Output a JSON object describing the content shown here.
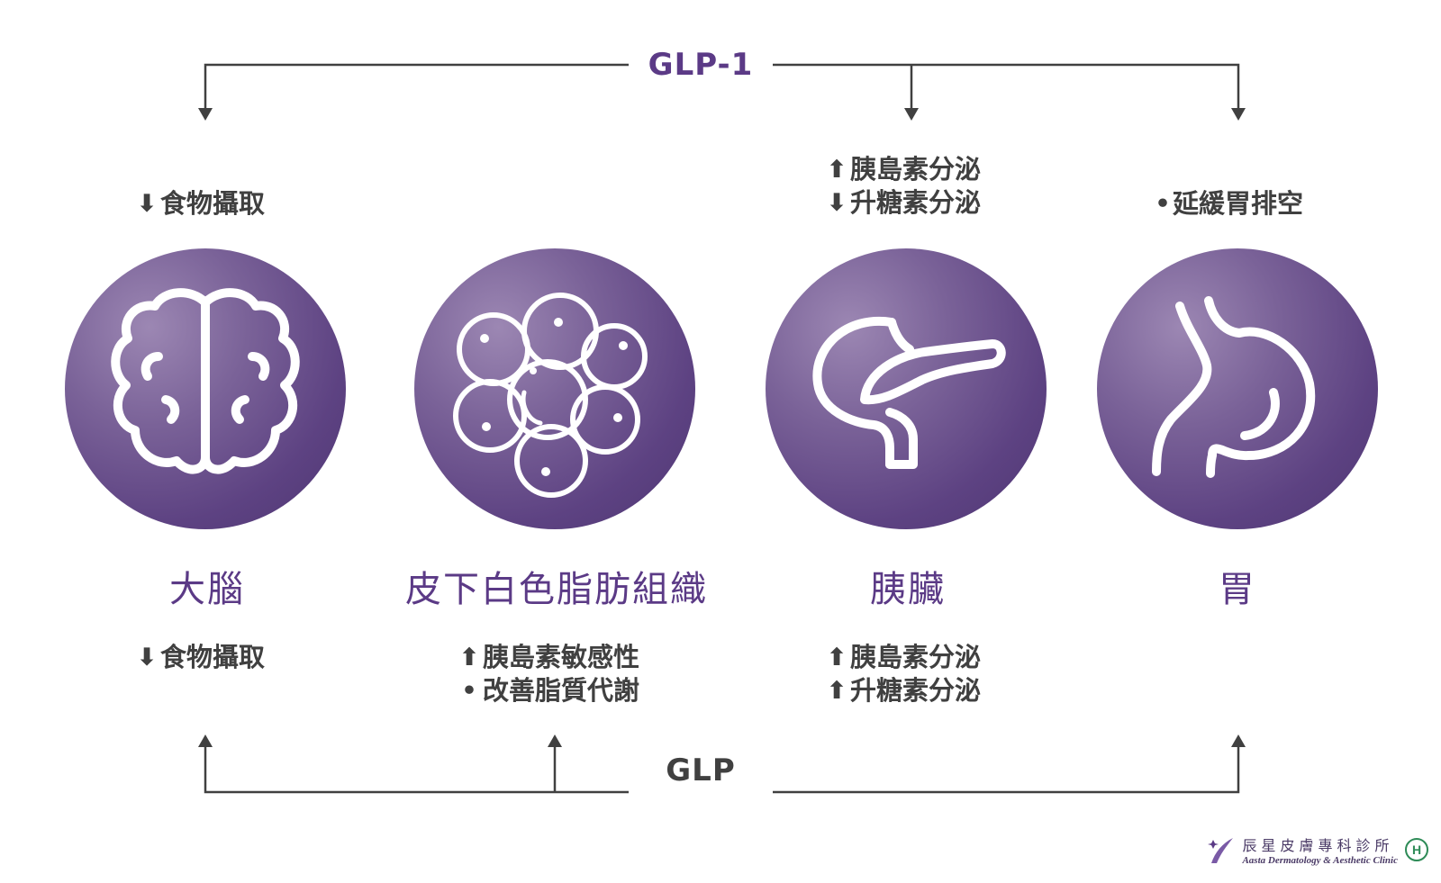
{
  "header_top": "GLP-1",
  "header_bottom": "GLP",
  "organs": [
    {
      "label": "大腦",
      "icon": "brain-icon"
    },
    {
      "label": "皮下白色脂肪組織",
      "icon": "fat-cells-icon"
    },
    {
      "label": "胰臟",
      "icon": "pancreas-icon"
    },
    {
      "label": "胃",
      "icon": "stomach-icon"
    }
  ],
  "glp1_effects": [
    {
      "organ": "大腦",
      "lines": [
        {
          "symbol": "⬇",
          "text": "食物攝取"
        }
      ]
    },
    {
      "organ": "皮下白色脂肪組織",
      "lines": []
    },
    {
      "organ": "胰臟",
      "lines": [
        {
          "symbol": "⬆",
          "text": "胰島素分泌"
        },
        {
          "symbol": "⬇",
          "text": "升糖素分泌"
        }
      ]
    },
    {
      "organ": "胃",
      "lines": [
        {
          "symbol": "•",
          "text": "延緩胃排空"
        }
      ]
    }
  ],
  "glp_effects": [
    {
      "organ": "大腦",
      "lines": [
        {
          "symbol": "⬇",
          "text": "食物攝取"
        }
      ]
    },
    {
      "organ": "皮下白色脂肪組織",
      "lines": [
        {
          "symbol": "⬆",
          "text": "胰島素敏感性"
        },
        {
          "symbol": "•",
          "text": "改善脂質代謝"
        }
      ]
    },
    {
      "organ": "胰臟",
      "lines": [
        {
          "symbol": "⬆",
          "text": "胰島素分泌"
        },
        {
          "symbol": "⬆",
          "text": "升糖素分泌"
        }
      ]
    },
    {
      "organ": "胃",
      "lines": []
    }
  ],
  "logo": {
    "name": "辰星皮膚專科診所",
    "subtitle": "Aasta Dermatology & Aesthetic Clinic",
    "badge": "H"
  },
  "colors": {
    "accent": "#5b3a86",
    "lines": "#404040",
    "circle": "#6a4f8f"
  }
}
